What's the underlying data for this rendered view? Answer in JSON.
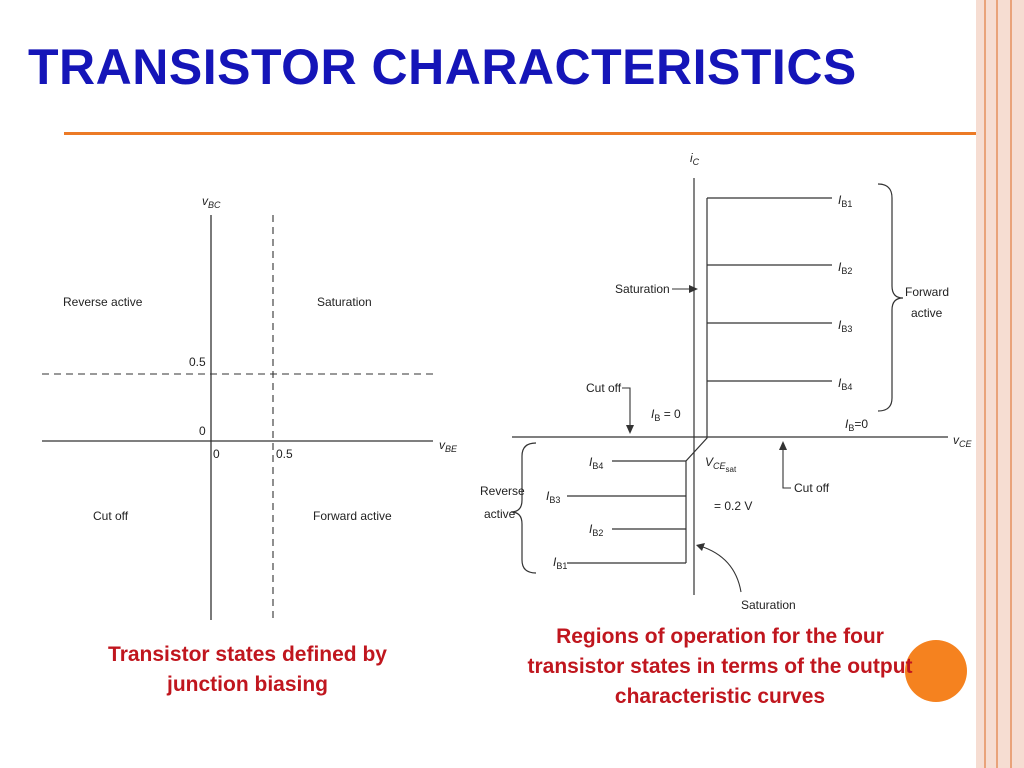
{
  "slide": {
    "title": "TRANSISTOR CHARACTERISTICS",
    "colors": {
      "title": "#1515b8",
      "caption": "#c0161e",
      "rule": "#ec7a26",
      "accent_dot": "#f5821f"
    }
  },
  "left_diagram": {
    "y_axis_label": {
      "var": "v",
      "sub": "BC"
    },
    "x_axis_label": {
      "var": "v",
      "sub": "BE"
    },
    "tick_y_05": "0.5",
    "tick_y_0": "0",
    "tick_x_0": "0",
    "tick_x_05": "0.5",
    "region_top_left": "Reverse active",
    "region_top_right": "Saturation",
    "region_bottom_left": "Cut off",
    "region_bottom_right": "Forward active",
    "caption_line1": "Transistor states defined by",
    "caption_line2": "junction biasing"
  },
  "right_diagram": {
    "y_axis_label": {
      "var": "i",
      "sub": "C"
    },
    "x_axis_label": {
      "var": "v",
      "sub": "CE"
    },
    "forward_curves": [
      {
        "var": "I",
        "sub": "B1"
      },
      {
        "var": "I",
        "sub": "B2"
      },
      {
        "var": "I",
        "sub": "B3"
      },
      {
        "var": "I",
        "sub": "B4"
      }
    ],
    "reverse_curves": [
      {
        "var": "I",
        "sub": "B4"
      },
      {
        "var": "I",
        "sub": "B3"
      },
      {
        "var": "I",
        "sub": "B2"
      },
      {
        "var": "I",
        "sub": "B1"
      }
    ],
    "ib_zero_left": {
      "var": "I",
      "sub": "B",
      "rest": " = 0"
    },
    "ib_zero_right": {
      "var": "I",
      "sub": "B",
      "rest": "=0"
    },
    "saturation_top": "Saturation",
    "saturation_bottom": "Saturation",
    "cutoff_left": "Cut off",
    "cutoff_right": "Cut off",
    "forward_active_line1": "Forward",
    "forward_active_line2": "active",
    "reverse_active_line1": "Reverse",
    "reverse_active_line2": "active",
    "vce_sat": {
      "var": "V",
      "sub": "CE",
      "subsub": "sat"
    },
    "vce_sat_value": "= 0.2 V",
    "caption_line1": "Regions of operation for the four",
    "caption_line2": "transistor states in terms of the output",
    "caption_line3": "characteristic curves"
  }
}
